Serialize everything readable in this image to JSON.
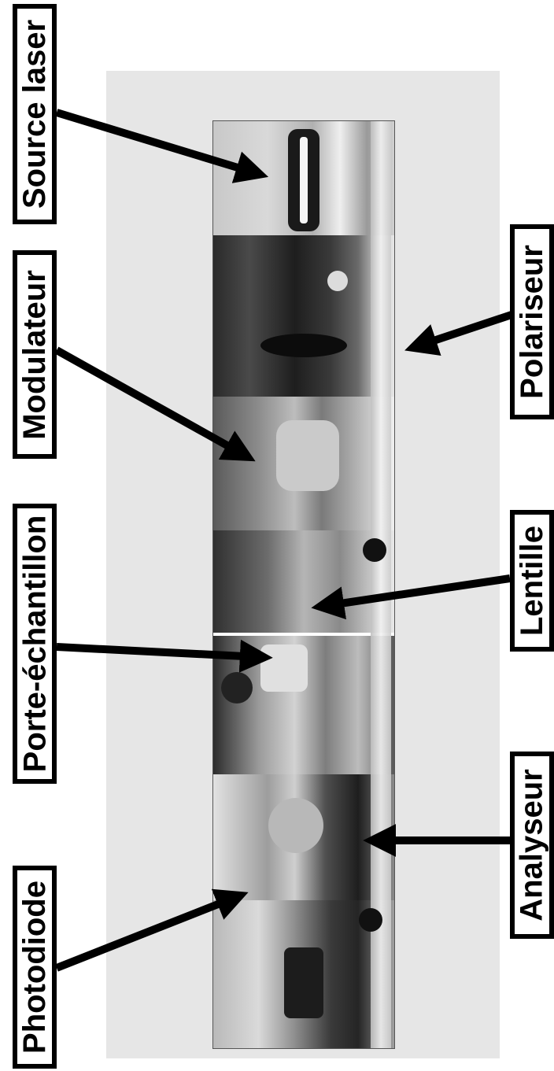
{
  "labels": {
    "source_laser": "Source laser",
    "modulateur": "Modulateur",
    "porte_echantillon": "Porte-échantillon",
    "photodiode": "Photodiode",
    "polariseur": "Polariseur",
    "lentille": "Lentille",
    "analyseur": "Analyseur"
  },
  "colors": {
    "panel": "#e6e6e6",
    "label_border": "#000000",
    "arrow": "#000000"
  }
}
